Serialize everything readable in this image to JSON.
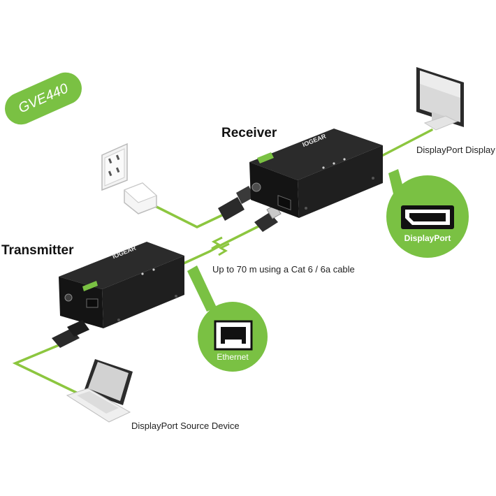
{
  "model": "GVE440",
  "receiver": {
    "title": "Receiver",
    "brand": "IOGEAR"
  },
  "transmitter": {
    "title": "Transmitter",
    "brand": "IOGEAR"
  },
  "cable_note": "Up to 70 m using a Cat 6 / 6a cable",
  "display_label": "DisplayPort Display",
  "source_label": "DisplayPort Source Device",
  "callouts": {
    "displayport": "DisplayPort",
    "ethernet": "Ethernet"
  },
  "colors": {
    "accent_green": "#7ac143",
    "device_body": "#1e1e1e"
  }
}
